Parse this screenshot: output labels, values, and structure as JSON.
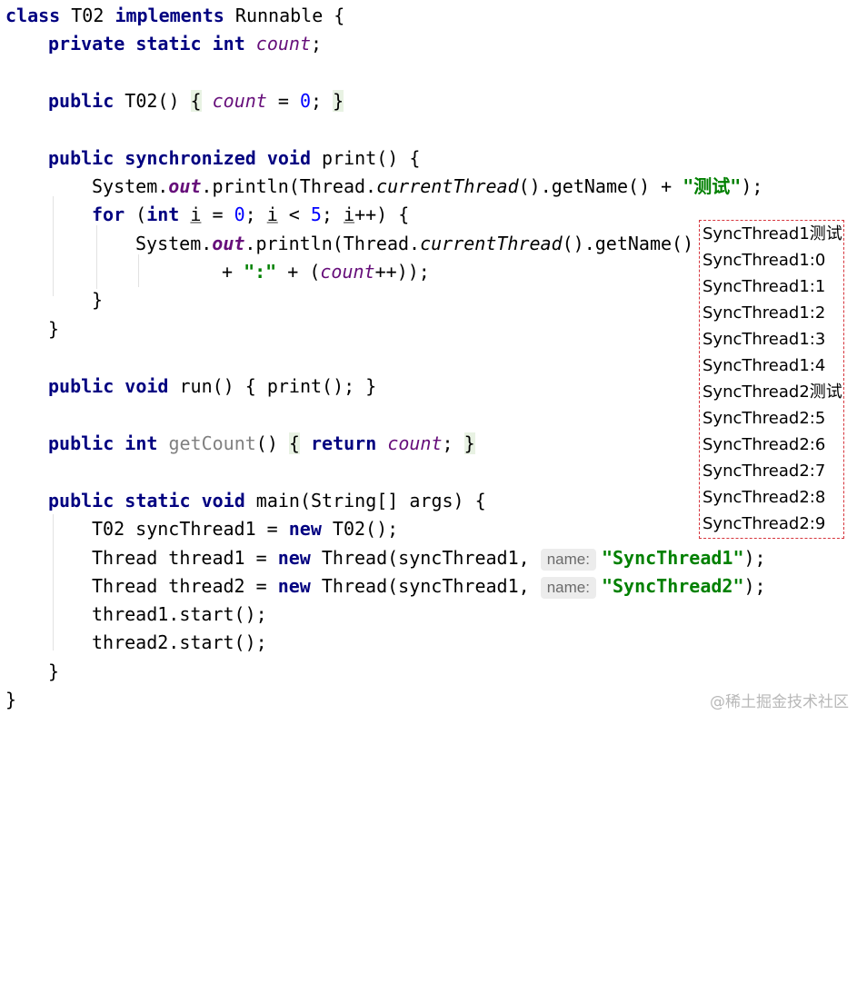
{
  "code": {
    "l01": {
      "a": "class",
      "b": " T02 ",
      "c": "implements",
      "d": " Runnable {"
    },
    "l02": {
      "a": "private static int",
      "b": " ",
      "c": "count",
      "d": ";"
    },
    "l03": {
      "a": "public",
      "b": " T02() ",
      "c": "{",
      "d": " ",
      "e": "count",
      "f": " = ",
      "g": "0",
      "h": "; ",
      "i": "}"
    },
    "l04": {
      "a": "public synchronized void",
      "b": " print() {"
    },
    "l05": {
      "a": "System.",
      "b": "out",
      "c": ".println(Thread.",
      "d": "currentThread",
      "e": "().getName() + ",
      "f": "\"测试\"",
      "g": ");"
    },
    "l06": {
      "a": "for",
      "b": " (",
      "c": "int",
      "d": " ",
      "e": "i",
      "f": " = ",
      "g": "0",
      "h": "; ",
      "i": "i",
      "j": " < ",
      "k": "5",
      "l": "; ",
      "m": "i",
      "n": "++) {"
    },
    "l07": {
      "a": "System.",
      "b": "out",
      "c": ".println(Thread.",
      "d": "currentThread",
      "e": "().getName()"
    },
    "l08": {
      "a": "+ ",
      "b": "\":\"",
      "c": " + (",
      "d": "count",
      "e": "++));"
    },
    "l09": {
      "a": "}"
    },
    "l10": {
      "a": "}"
    },
    "l11": {
      "a": "public void",
      "b": " run() { print(); }"
    },
    "l12": {
      "a": "public int",
      "b": " ",
      "c": "getCount",
      "d": "() ",
      "e": "{",
      "f": " ",
      "g": "return",
      "h": " ",
      "i": "count",
      "j": "; ",
      "k": "}"
    },
    "l13": {
      "a": "public static void",
      "b": " main(String[] args) {"
    },
    "l14": {
      "a": "T02 syncThread1 = ",
      "b": "new",
      "c": " T02();"
    },
    "l15": {
      "a": "Thread thread1 = ",
      "b": "new",
      "c": " Thread(syncThread1, ",
      "hint": "name:",
      "s": "\"SyncThread1\"",
      "e": ");"
    },
    "l16": {
      "a": "Thread thread2 = ",
      "b": "new",
      "c": " Thread(syncThread1, ",
      "hint": "name:",
      "s": "\"SyncThread2\"",
      "e": ");"
    },
    "l17": {
      "a": "thread1.start();"
    },
    "l18": {
      "a": "thread2.start();"
    },
    "l19": {
      "a": "}"
    },
    "l20": {
      "a": "}"
    }
  },
  "console": [
    "SyncThread1测试",
    "SyncThread1:0",
    "SyncThread1:1",
    "SyncThread1:2",
    "SyncThread1:3",
    "SyncThread1:4",
    "SyncThread2测试",
    "SyncThread2:5",
    "SyncThread2:6",
    "SyncThread2:7",
    "SyncThread2:8",
    "SyncThread2:9"
  ],
  "watermark": "@稀土掘金技术社区",
  "colors": {
    "keyword": "#000080",
    "field": "#660e7a",
    "number": "#0000ff",
    "string": "#008000",
    "console_border": "#d6343c"
  }
}
